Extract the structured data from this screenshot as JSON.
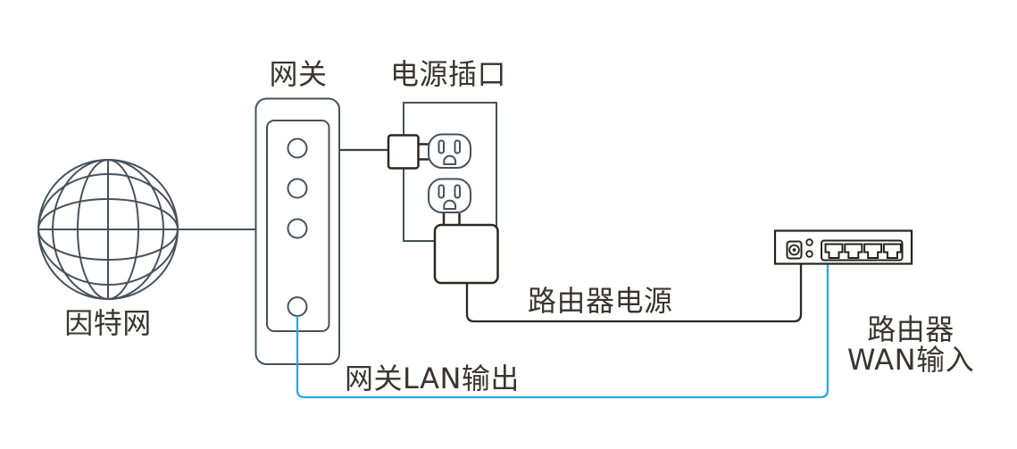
{
  "diagram": {
    "title_implied": "Router/gateway connection setup diagram",
    "labels": {
      "internet": "因特网",
      "gateway": "网关",
      "power_outlet": "电源插口",
      "router_power": "路由器电源",
      "gateway_lan_output": "网关LAN输出",
      "router_line1": "路由器",
      "router_line2": "WAN输入"
    },
    "icons": [
      {
        "name": "internet-globe-icon",
        "meaning": "因特网 (Internet)"
      },
      {
        "name": "gateway-device-icon",
        "meaning": "网关 (Gateway with 4 round ports)"
      },
      {
        "name": "wall-outlet-icon",
        "meaning": "电源插口 (Duplex power outlet)"
      },
      {
        "name": "ethernet-plug-icon",
        "meaning": "Plug from gateway into outlet area"
      },
      {
        "name": "power-adapter-icon",
        "meaning": "Router power adapter plugged into lower socket"
      },
      {
        "name": "router-device-icon",
        "meaning": "路由器 (Router with DC jack, 2 LEDs, 4 RJ45 ports)"
      }
    ],
    "connections": [
      {
        "from": "internet-globe",
        "to": "gateway",
        "style": "solid dark line"
      },
      {
        "from": "gateway-port-1",
        "to": "wall-plug",
        "style": "solid dark line"
      },
      {
        "from": "power-adapter",
        "to": "router-dc-jack",
        "label": "路由器电源",
        "style": "solid dark line"
      },
      {
        "from": "gateway-port-4",
        "to": "router-wan-port",
        "label": "网关LAN输出",
        "style": "solid blue line"
      }
    ],
    "colors": {
      "outline_slate": "#47515B",
      "outline_dark": "#2B2724",
      "router_outline": "#262220",
      "cable_blue": "#29AAE2",
      "text": "#3A3432",
      "background": "#FFFFFF"
    }
  }
}
